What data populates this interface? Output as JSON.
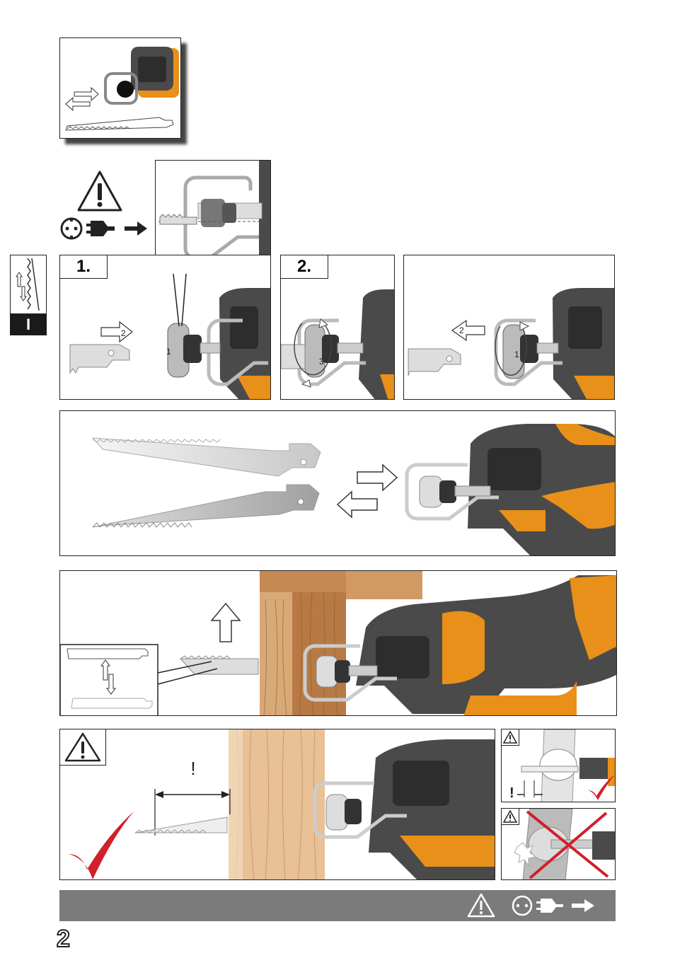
{
  "side_tab": {
    "label": "I"
  },
  "steps": {
    "step1_label": "1.",
    "step2_label": "2."
  },
  "callouts": {
    "p1_arrow": "2",
    "p1_knob": "1",
    "p2_knob": "3",
    "p3_arrow": "2",
    "p3_knob": "1"
  },
  "depth_warning": {
    "mark": "!"
  },
  "pipe_panel": {
    "mark": "!"
  },
  "page": {
    "number": "2"
  },
  "colors": {
    "tool_orange": "#e8901a",
    "tool_gray": "#4a4a4a",
    "wood": "#d9a877",
    "check_red": "#d0202a",
    "footer_gray": "#7b7b7b"
  },
  "icons": [
    "warning-triangle-icon",
    "unplug-icon",
    "socket-icon",
    "plug-icon",
    "arrow-right-icon",
    "checkmark-icon",
    "cross-icon"
  ]
}
